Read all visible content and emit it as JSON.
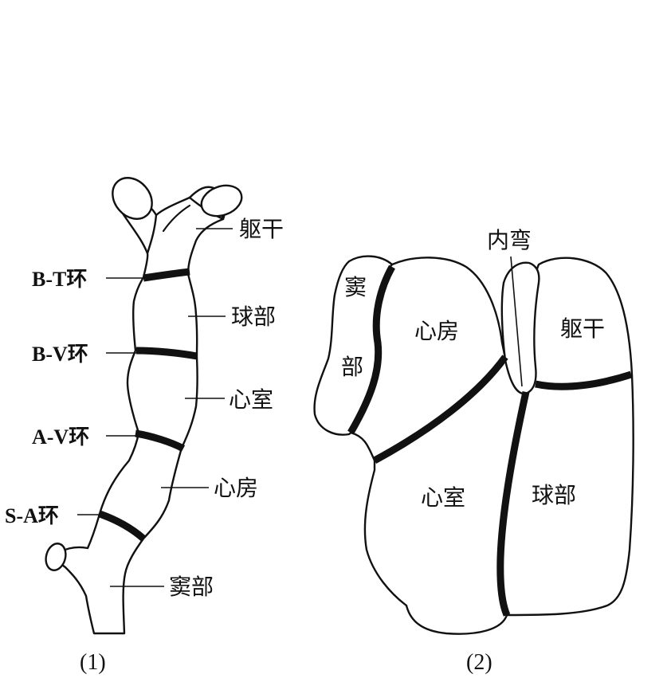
{
  "figure1": {
    "labels": {
      "trunk": "躯干",
      "bulbus": "球部",
      "ventricle": "心室",
      "atrium": "心房",
      "sinus": "窦部"
    },
    "rings": {
      "bt": "B-T环",
      "bv": "B-V环",
      "av": "A-V环",
      "sa": "S-A环"
    },
    "caption": "(1)"
  },
  "figure2": {
    "labels": {
      "inner_curve": "内弯",
      "sinus_top": "窦",
      "sinus_bottom": "部",
      "atrium": "心房",
      "trunk": "躯干",
      "ventricle": "心室",
      "bulbus": "球部"
    },
    "caption": "(2)"
  }
}
